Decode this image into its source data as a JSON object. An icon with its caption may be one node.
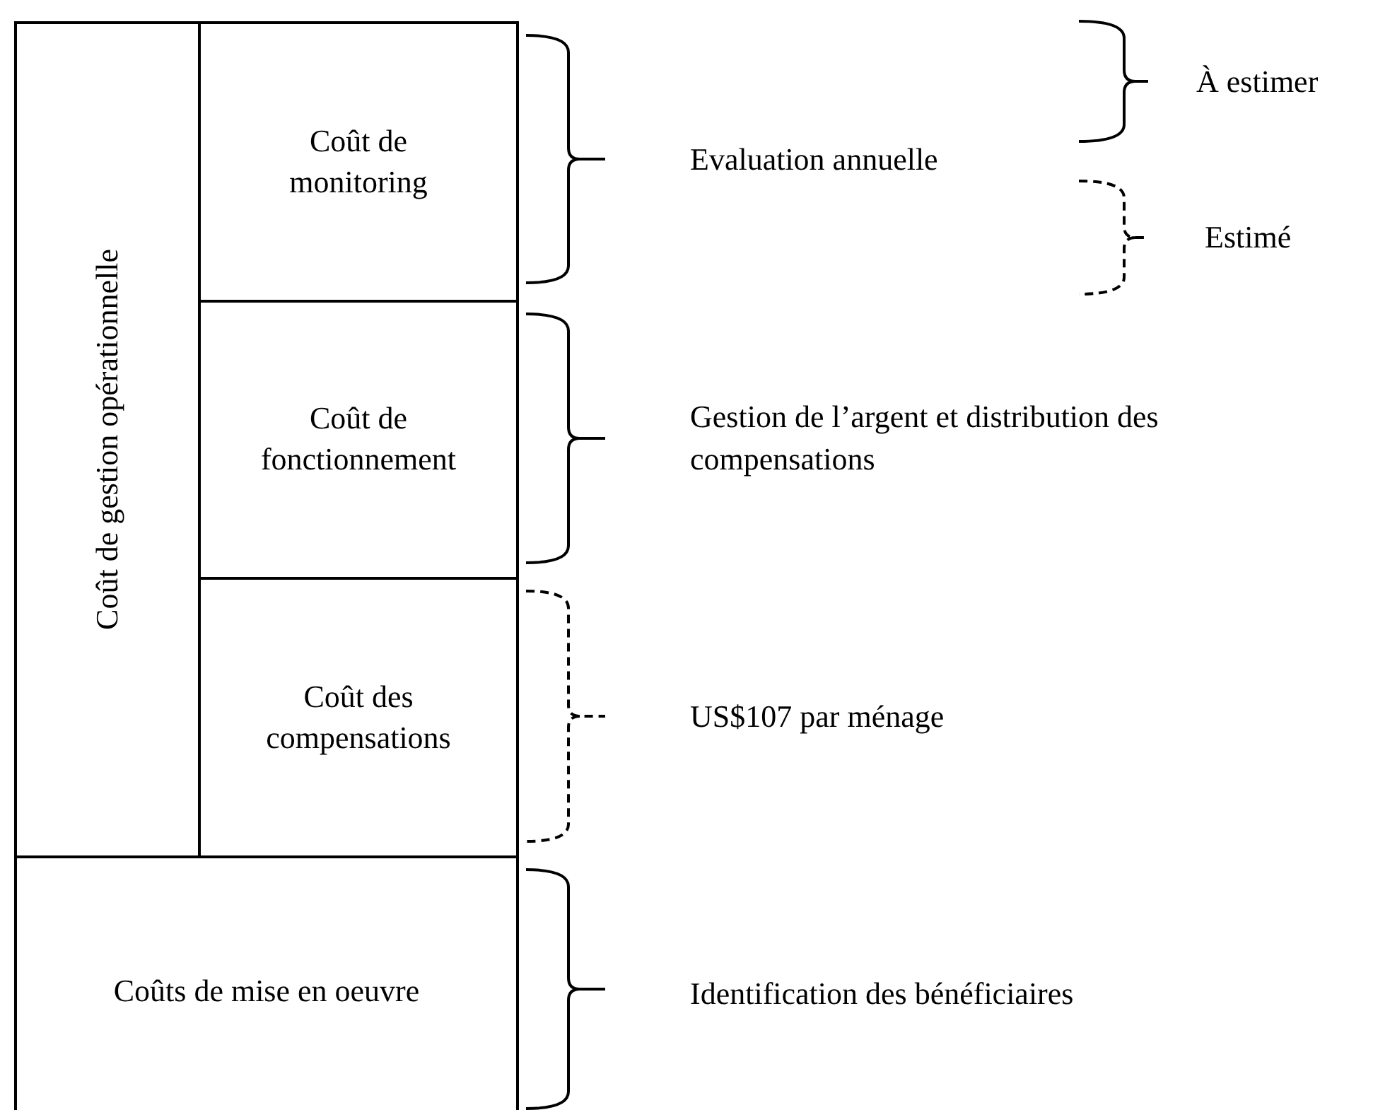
{
  "diagram": {
    "nodes": [
      {
        "text": [
          "Coût de gestion opérationnelle"
        ]
      },
      {
        "text": [
          "Coût de monitoring"
        ]
      },
      {
        "text": [
          "Coût de fonctionnement"
        ]
      },
      {
        "text": [
          "Coût des compensations"
        ]
      },
      {
        "text": [
          "Coûts de mise en oeuvre"
        ]
      }
    ],
    "labels": [
      "Evaluation annuelle",
      "Gestion de l’argent et distribution des compensations",
      "US$107 par ménage",
      "Identification des bénéficiaires"
    ],
    "legend": [
      {
        "text": "À estimer"
      },
      {
        "text": "Estimé"
      }
    ]
  }
}
